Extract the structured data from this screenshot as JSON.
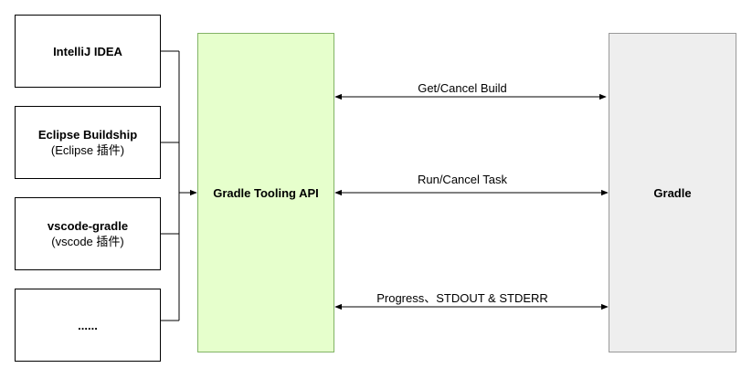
{
  "clients": [
    {
      "title": "IntelliJ IDEA",
      "subtitle": ""
    },
    {
      "title": "Eclipse Buildship",
      "subtitle": "(Eclipse 插件)"
    },
    {
      "title": "vscode-gradle",
      "subtitle": "(vscode 插件)"
    },
    {
      "title": "......",
      "subtitle": ""
    }
  ],
  "tooling_api": {
    "title": "Gradle Tooling API"
  },
  "gradle": {
    "title": "Gradle"
  },
  "edges": [
    {
      "label": "Get/Cancel Build"
    },
    {
      "label": "Run/Cancel Task"
    },
    {
      "label": "Progress、STDOUT & STDERR"
    }
  ],
  "colors": {
    "tooling_api_fill": "#e6ffcc",
    "tooling_api_stroke": "#82b366",
    "gradle_fill": "#eeeeee",
    "gradle_stroke": "#999999",
    "line": "#000000"
  }
}
